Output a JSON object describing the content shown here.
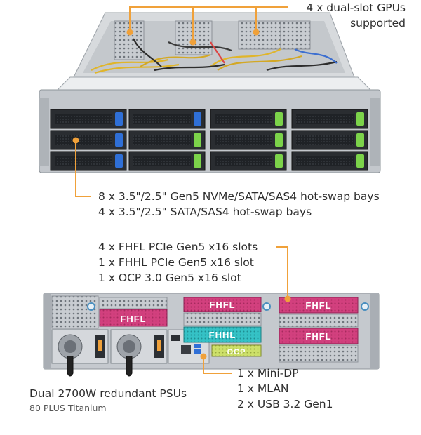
{
  "callouts": {
    "gpu": {
      "line1": "4 x dual-slot GPUs",
      "line2": "supported"
    },
    "front_bays": {
      "line1": "8 x 3.5\"/2.5\" Gen5 NVMe/SATA/SAS4 hot-swap bays",
      "line2": "4 x 3.5\"/2.5\" SATA/SAS4 hot-swap bays"
    },
    "pcie": {
      "line1": "4 x FHFL PCIe Gen5 x16 slots",
      "line2": "1 x FHHL PCIe Gen5 x16 slot",
      "line3": "1 x OCP 3.0 Gen5 x16 slot"
    },
    "io": {
      "line1": "1 x Mini-DP",
      "line2": "1 x MLAN",
      "line3": "2 x USB 3.2 Gen1"
    },
    "psu": {
      "line1": "Dual 2700W redundant PSUs",
      "line2": "80 PLUS Titanium"
    }
  },
  "slot_labels": {
    "fhfl_left": "FHFL",
    "fhfl_mid": "FHFL",
    "fhhl_mid": "FHHL",
    "ocp": "OCP",
    "fhfl_right_top": "FHFL",
    "fhfl_right_bottom": "FHFL"
  },
  "colors": {
    "accent": "#f0a13a",
    "chassis": "#b9bec4",
    "drive_tray": "#2a2d31",
    "latch_blue": "#2f6fd6",
    "latch_green": "#7cd34a",
    "slot_pink": "#d2407e",
    "slot_cyan": "#35c2c6",
    "slot_yellow": "#cde06a"
  }
}
